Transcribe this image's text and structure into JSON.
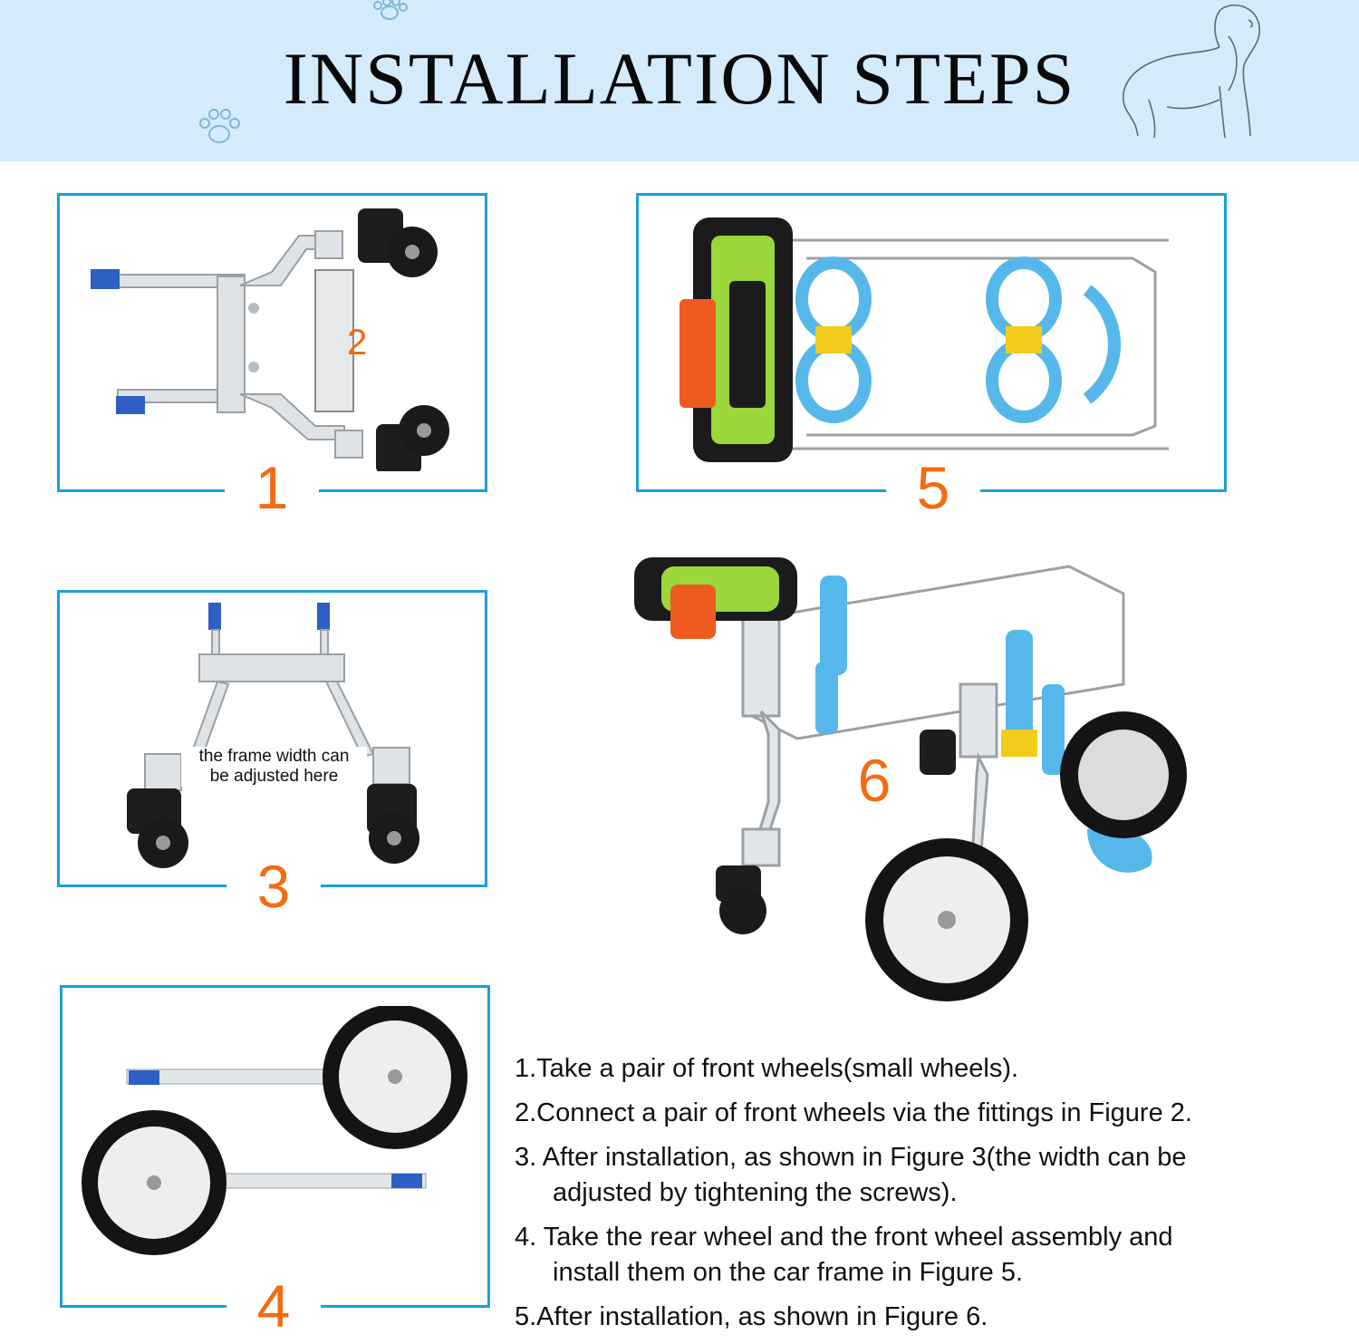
{
  "title": "INSTALLATION STEPS",
  "figures": {
    "fig1": {
      "number": "1",
      "inner_label": "2"
    },
    "fig3": {
      "number": "3",
      "note_line1": "the frame width can",
      "note_line2": "be adjusted here"
    },
    "fig4": {
      "number": "4"
    },
    "fig5": {
      "number": "5"
    },
    "fig6": {
      "number": "6"
    }
  },
  "steps": [
    {
      "text": "1.Take a pair of front wheels(small wheels)."
    },
    {
      "text": "2.Connect a pair of front wheels via the fittings in Figure 2."
    },
    {
      "text": "3. After installation, as shown in Figure 3(the width can be",
      "cont": "adjusted by tightening the screws)."
    },
    {
      "text": "4. Take the rear wheel and the front wheel assembly and",
      "cont": "install them on the car frame in Figure 5."
    },
    {
      "text": "5.After installation, as shown in Figure 6."
    }
  ],
  "colors": {
    "accent": "#1aa0d8",
    "number": "#f46b12",
    "banner": "#d3ebfb",
    "frame_metal": "#d9dde0",
    "harness_blue": "#56b8ea"
  },
  "icons": [
    "paw-print-icon",
    "dog-outline-icon"
  ]
}
